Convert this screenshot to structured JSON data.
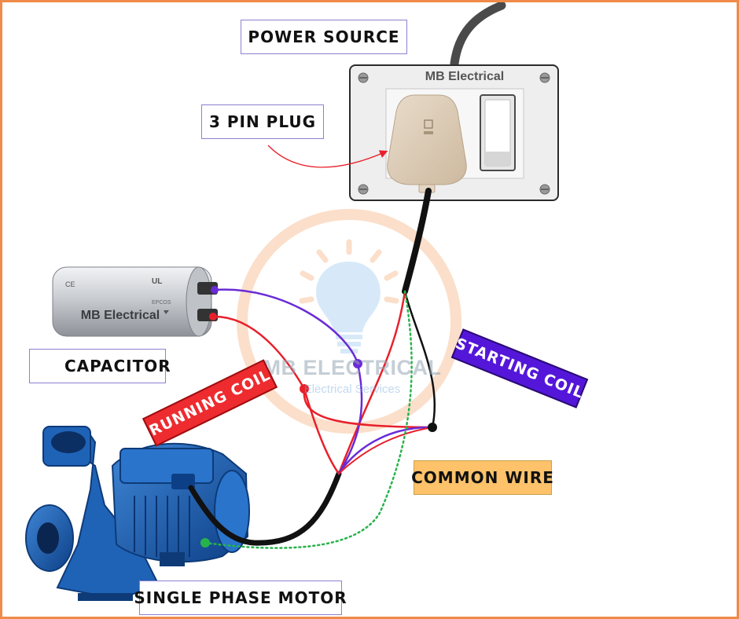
{
  "labels": {
    "power_source": "POWER SOURCE",
    "three_pin_plug": "3 PIN PLUG",
    "capacitor": "CAPACITOR",
    "running_coil": "RUNNING COIL",
    "starting_coil": "STARTING COIL",
    "common_wire": "COMMON WIRE",
    "single_phase_motor": "SINGLE PHASE MOTOR"
  },
  "switchboard": {
    "brand": "MB Electrical"
  },
  "capacitor": {
    "brand": "MB Electrical"
  },
  "watermark": {
    "title": "MB ELECTRICAL",
    "subtitle": "Electrical Services"
  },
  "wire_colors": {
    "running_coil": "#e8202a",
    "starting_coil": "#6a2bd6",
    "common": "#111111",
    "earth": "#27b34b"
  },
  "label_colors": {
    "running_coil_bg": "#ee2b2f",
    "starting_coil_bg": "#5417d9",
    "common_wire_bg": "#fdc26a",
    "frame_border": "#f08a4b"
  }
}
